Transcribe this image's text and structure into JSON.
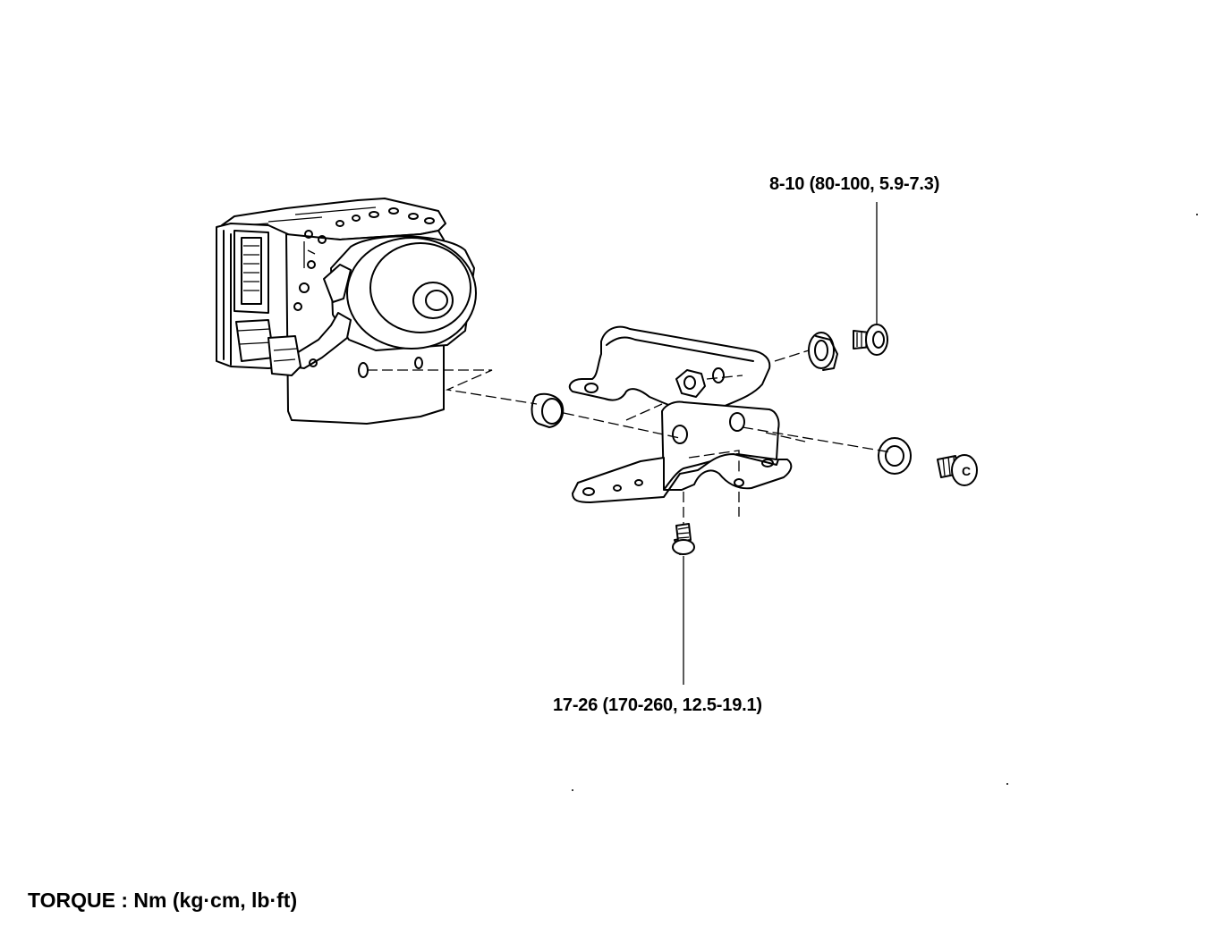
{
  "callouts": {
    "upper_bolt_torque": "8-10 (80-100, 5.9-7.3)",
    "lower_bolt_torque": "17-26 (170-260, 12.5-19.1)"
  },
  "legend": {
    "torque_units": "TORQUE : Nm (kg·cm, lb·ft)"
  },
  "markings": {
    "bolt_marker": "C"
  }
}
